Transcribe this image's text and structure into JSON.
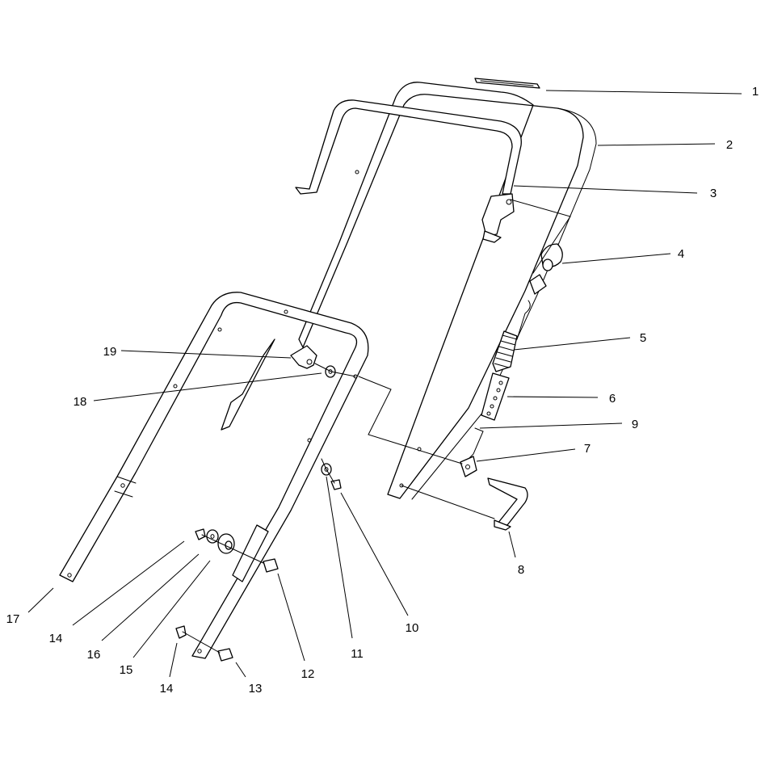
{
  "callouts": [
    {
      "id": "c1",
      "label": "1"
    },
    {
      "id": "c2",
      "label": "2"
    },
    {
      "id": "c3",
      "label": "3"
    },
    {
      "id": "c4",
      "label": "4"
    },
    {
      "id": "c5",
      "label": "5"
    },
    {
      "id": "c6",
      "label": "6"
    },
    {
      "id": "c9",
      "label": "9"
    },
    {
      "id": "c7",
      "label": "7"
    },
    {
      "id": "c8",
      "label": "8"
    },
    {
      "id": "c19",
      "label": "19"
    },
    {
      "id": "c18",
      "label": "18"
    },
    {
      "id": "c17",
      "label": "17"
    },
    {
      "id": "c14a",
      "label": "14"
    },
    {
      "id": "c16",
      "label": "16"
    },
    {
      "id": "c15",
      "label": "15"
    },
    {
      "id": "c14b",
      "label": "14"
    },
    {
      "id": "c13",
      "label": "13"
    },
    {
      "id": "c12",
      "label": "12"
    },
    {
      "id": "c11",
      "label": "11"
    },
    {
      "id": "c10",
      "label": "10"
    }
  ]
}
